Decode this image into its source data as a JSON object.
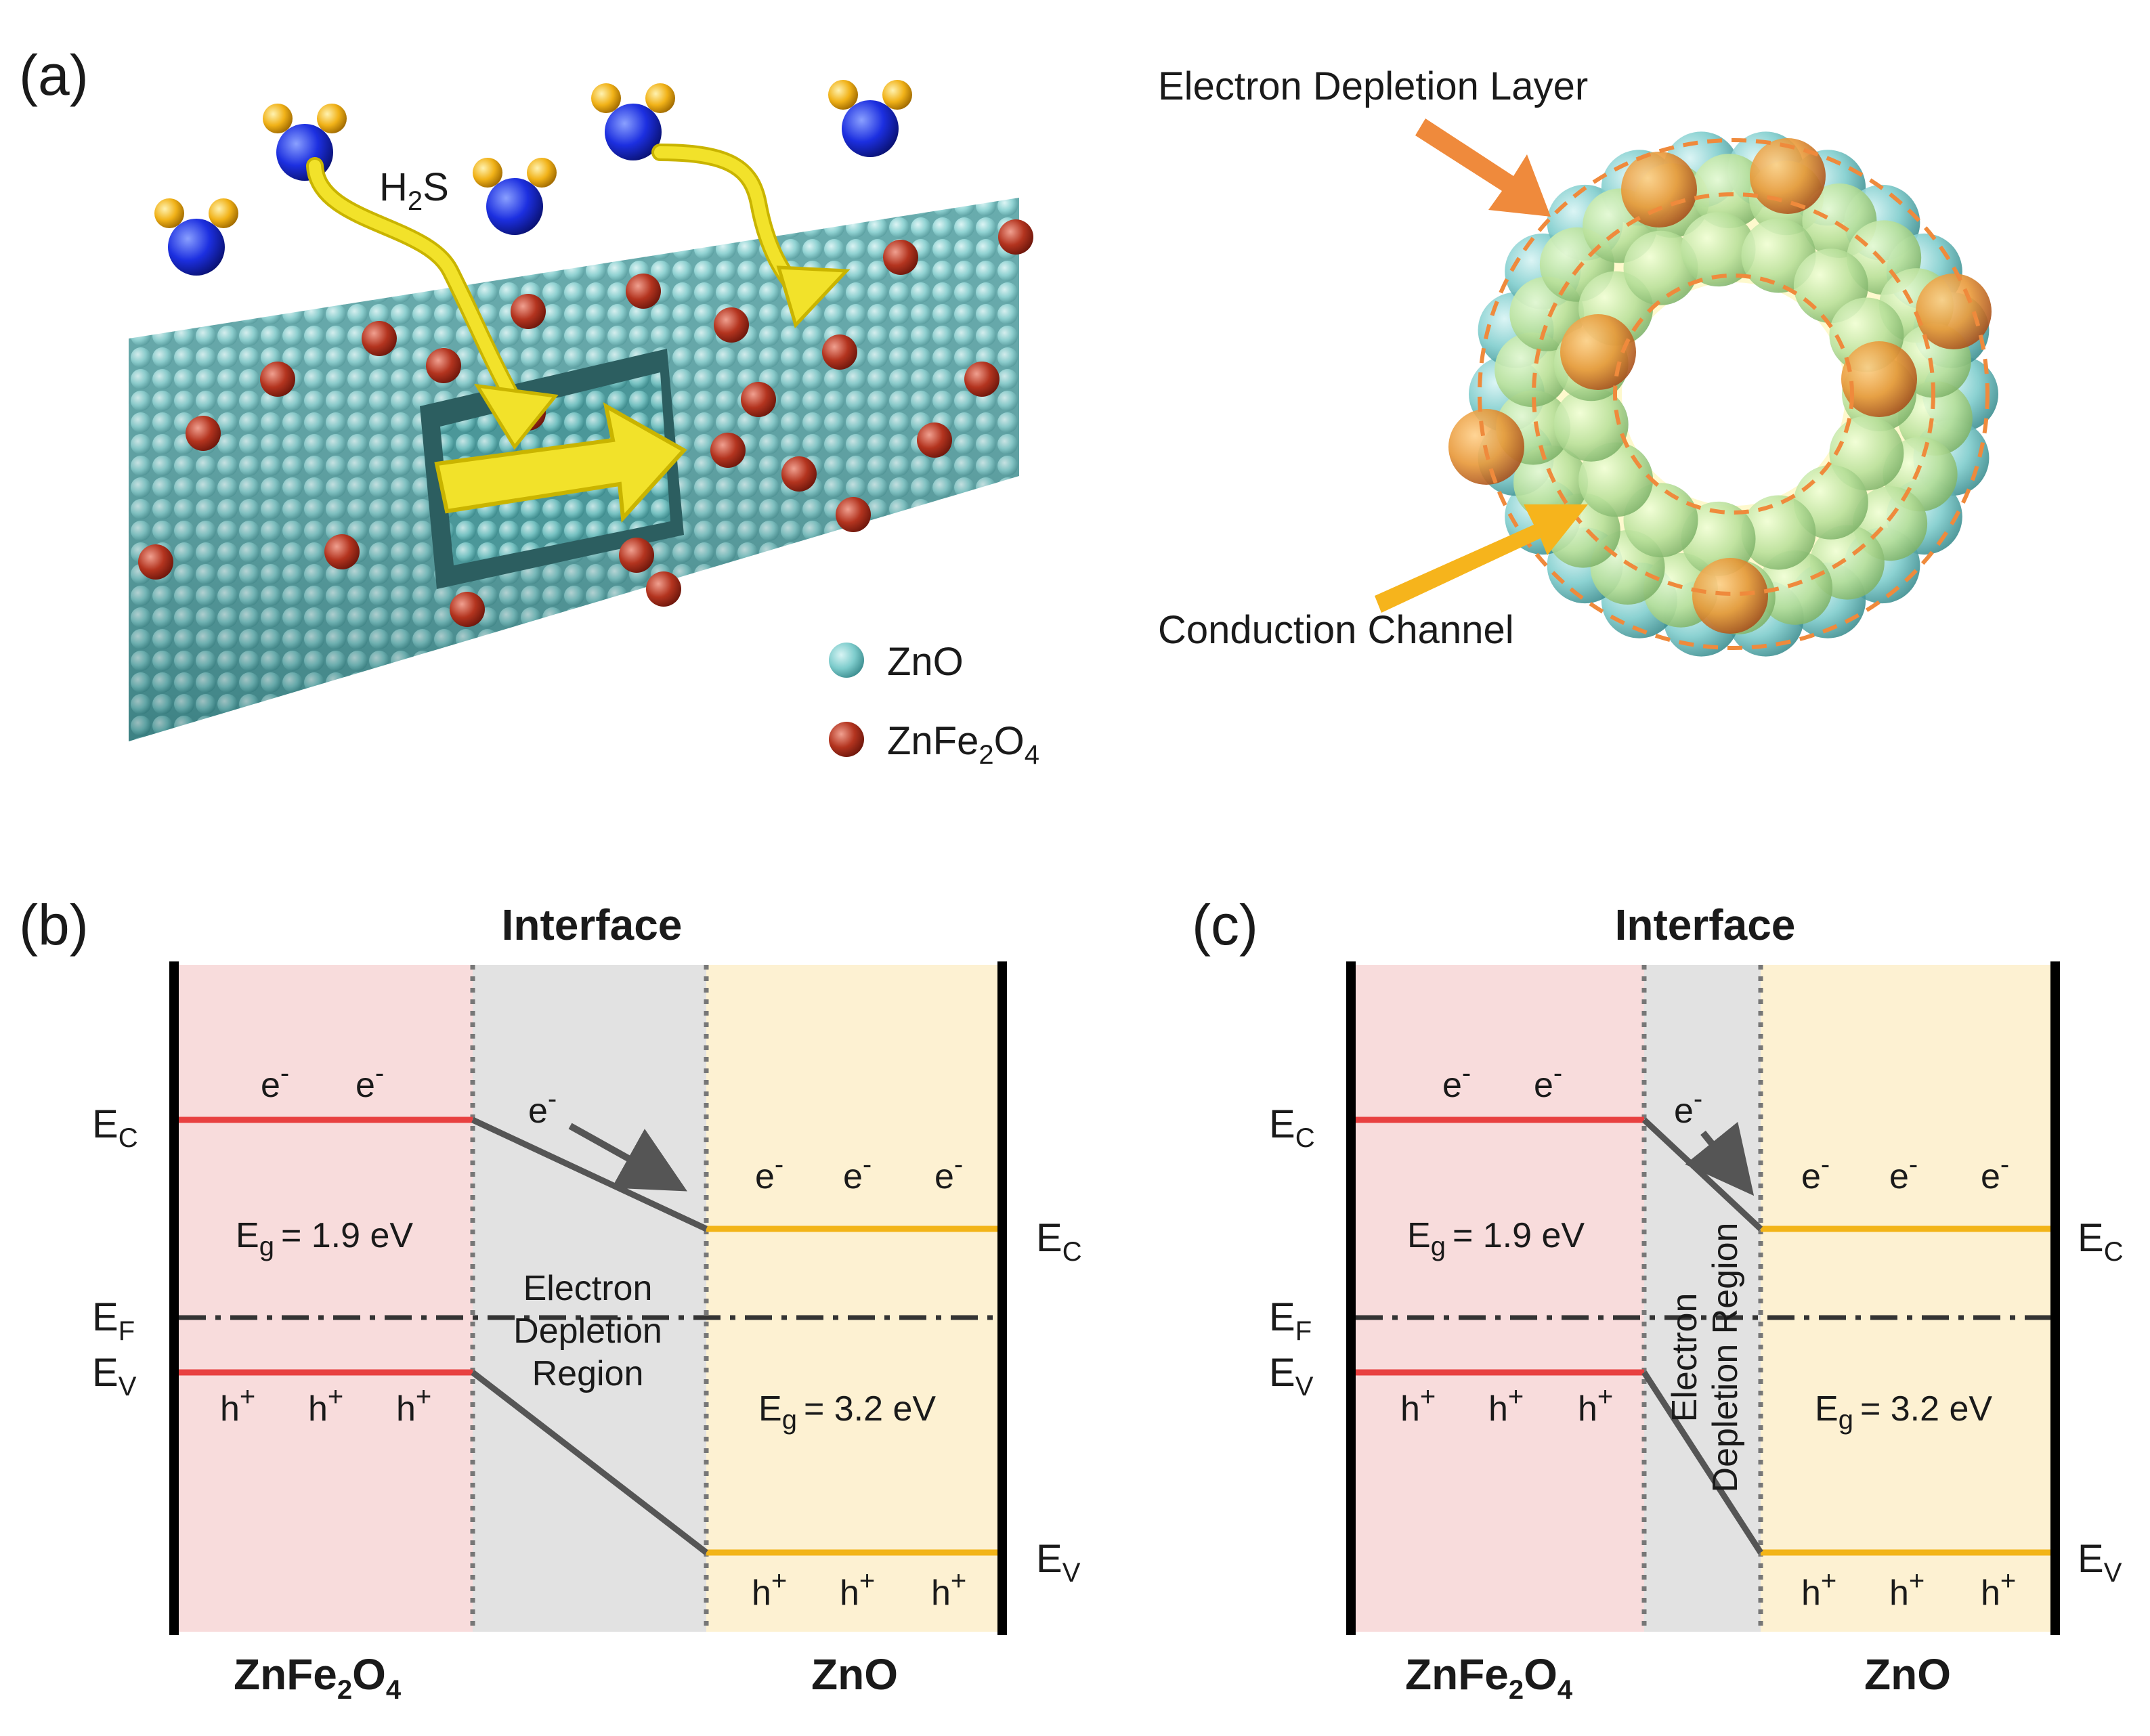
{
  "panels": {
    "a": {
      "letter": "(a)",
      "gas_label": "H",
      "gas_sub": "2",
      "gas_tail": "S",
      "legend": [
        {
          "name": "ZnO",
          "formula": [
            "ZnO"
          ],
          "subs": [],
          "color": "#7fcfcf"
        },
        {
          "name": "ZnFe2O4",
          "formula": [
            "ZnFe",
            "O"
          ],
          "subs": [
            "2",
            "4"
          ],
          "color": "#b33a2a"
        }
      ],
      "cross_section": {
        "depletion_label": "Electron Depletion Layer",
        "channel_label": "Conduction Channel"
      }
    },
    "b": {
      "letter": "(b)",
      "interface": "Interface",
      "region": [
        "Electron",
        "Depletion",
        "Region"
      ],
      "eg_left": "= 1.9 eV",
      "eg_right": "= 3.2 eV",
      "left_material": {
        "base": "ZnFe",
        "sub1": "2",
        "mid": "O",
        "sub2": "4"
      },
      "right_material": "ZnO"
    },
    "c": {
      "letter": "(c)",
      "interface": "Interface",
      "region_vertical": [
        "Electron",
        "Depletion Region"
      ],
      "eg_left": "= 1.9 eV",
      "eg_right": "= 3.2 eV",
      "left_material": {
        "base": "ZnFe",
        "sub1": "2",
        "mid": "O",
        "sub2": "4"
      },
      "right_material": "ZnO"
    },
    "symbols": {
      "E": "E",
      "C": "C",
      "V": "V",
      "F": "F",
      "g": "g",
      "electron": "e",
      "minus": "-",
      "hole": "h",
      "plus": "+"
    }
  },
  "colors": {
    "zno_fill": "#fdf1d2",
    "znfe_fill": "#f8dcdc",
    "region_fill": "#e2e2e2",
    "znfe_band": "#e84040",
    "zno_band": "#f2b418",
    "arrow_yellow": "#f2e22a",
    "arrow_orange": "#ef8a3c",
    "arrow_gold": "#f6b41c"
  }
}
